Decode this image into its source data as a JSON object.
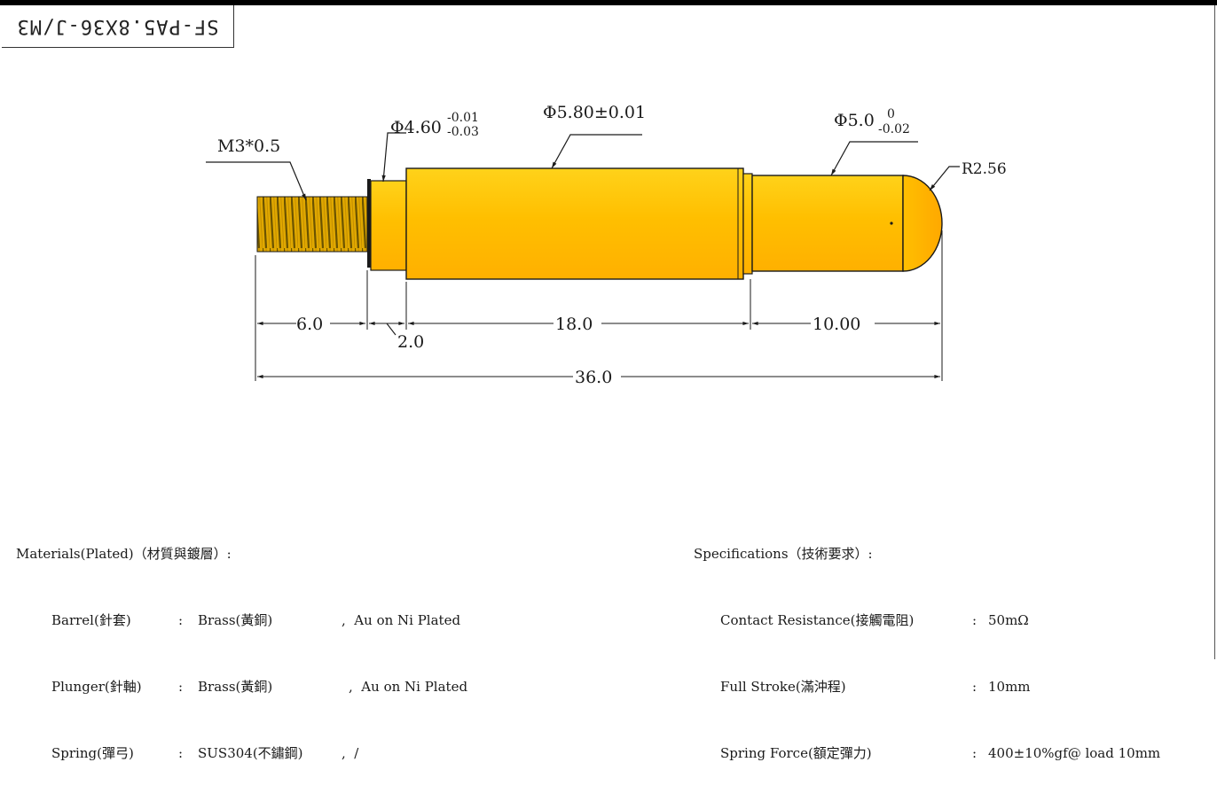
{
  "part_number": "SF-PA5.8X36-J/M3",
  "callouts": {
    "thread": "M3*0.5",
    "dia1_main": "Φ4.60",
    "dia1_upper": "-0.01",
    "dia1_lower": "-0.03",
    "dia2": "Φ5.80±0.01",
    "dia3_main": "Φ5.0",
    "dia3_upper": "0",
    "dia3_lower": "-0.02",
    "radius": "R2.56"
  },
  "dimensions": {
    "d_thread": "6.0",
    "d_collar": "2.0",
    "d_barrel": "18.0",
    "d_plunger": "10.00",
    "d_total": "36.0"
  },
  "materials": {
    "heading": "Materials(Plated)（材質與鍍層）:",
    "rows": [
      {
        "name": "Barrel(針套)",
        "colon": ":",
        "material": "Brass(黃銅)",
        "finish": ",  Au on Ni Plated"
      },
      {
        "name": "Plunger(針軸)",
        "colon": ":",
        "material": "Brass(黃銅)",
        "finish": ",  Au on Ni Plated"
      },
      {
        "name": "Spring(彈弓)",
        "colon": ":",
        "material": "SUS304(不鏽鋼)",
        "finish": ",  /"
      }
    ]
  },
  "specifications": {
    "heading": "Specifications（技術要求）:",
    "rows": [
      {
        "name": "Contact Resistance(接觸電阻)",
        "colon": ":",
        "value": "50mΩ"
      },
      {
        "name": "Full Stroke(滿沖程)",
        "colon": ":",
        "value": "10mm"
      },
      {
        "name": "Spring Force(額定彈力)",
        "colon": ":",
        "value": "400±10%gf@ load 10mm"
      }
    ]
  },
  "colors": {
    "gold_light": "#ffd21a",
    "gold_mid": "#ffb300",
    "gold_dark": "#d98a00",
    "thread_dark": "#8a6a00",
    "line": "#1a1a1a"
  }
}
